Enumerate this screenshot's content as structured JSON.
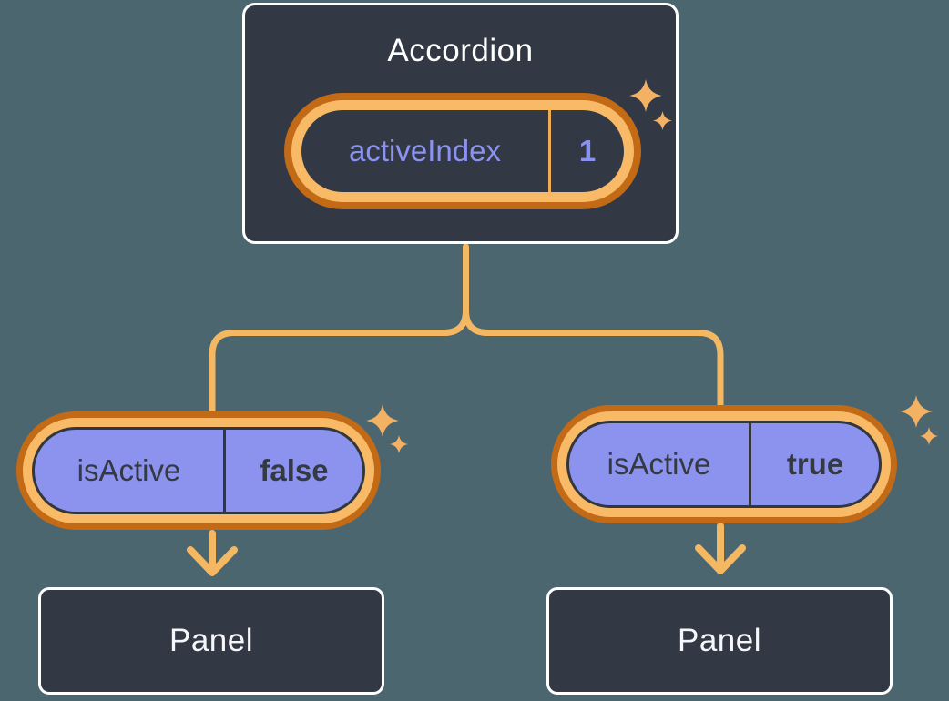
{
  "colors": {
    "canvas": "#4C6670",
    "box-bg": "#333845",
    "box-border": "#FFFFFF",
    "ring-outer": "#C26A16",
    "ring-inner": "#F9BA67",
    "pill-purple": "#8B93EE",
    "purple-text": "#8B93F2",
    "dark-text": "#343943",
    "dark-line": "#32363D",
    "divider-light": "#F0AC55",
    "connector": "#F5B862",
    "sparkle": "#F3B164"
  },
  "accordion": {
    "title": "Accordion",
    "pill": {
      "label": "activeIndex",
      "value": "1"
    }
  },
  "left": {
    "pill": {
      "label": "isActive",
      "value": "false"
    },
    "panel": {
      "title": "Panel"
    }
  },
  "right": {
    "pill": {
      "label": "isActive",
      "value": "true"
    },
    "panel": {
      "title": "Panel"
    }
  }
}
